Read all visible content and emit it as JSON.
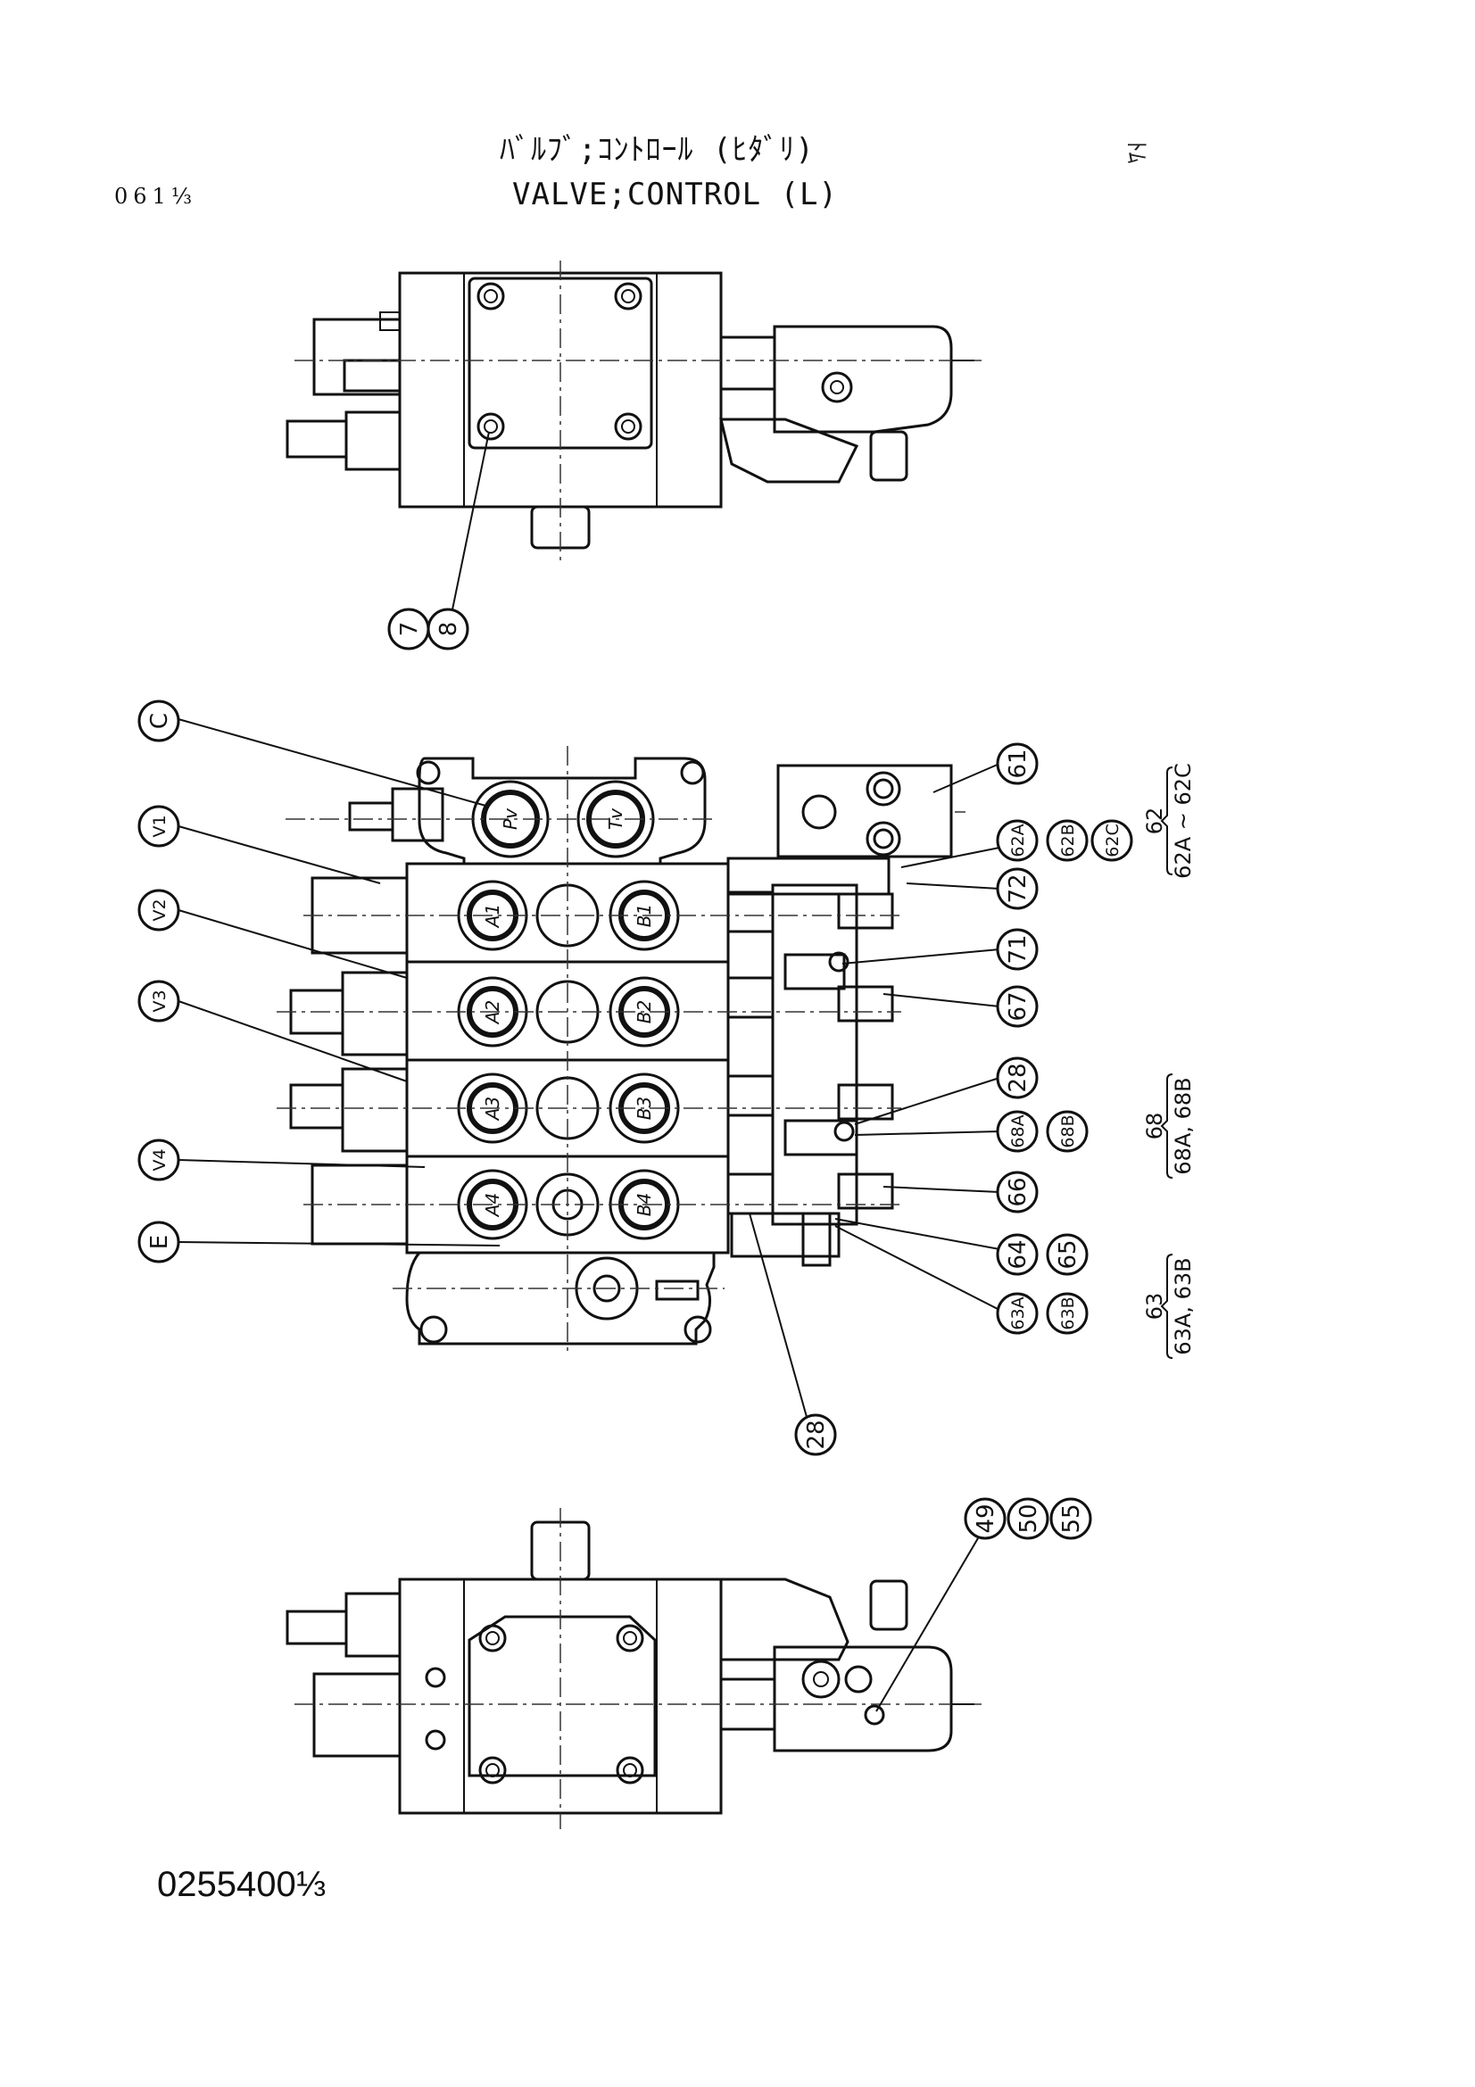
{
  "header": {
    "title_jp": "ﾊﾞﾙﾌﾞ;ｺﾝﾄﾛｰﾙ (ﾋﾀﾞﾘ)",
    "title_en": "VALVE;CONTROL (L)",
    "page_ref": "061⅓",
    "corner_mark": "ﾄﾑ"
  },
  "footer": {
    "drawing_number": "0255400⅓"
  },
  "top_view": {
    "callouts": [
      "7",
      "8"
    ]
  },
  "middle_view": {
    "left_callouts": [
      "C",
      "V1",
      "V2",
      "V3",
      "V4",
      "E"
    ],
    "port_labels": [
      "Pv",
      "Tv",
      "A1",
      "B1",
      "A2",
      "B2",
      "A3",
      "B3",
      "A4",
      "B4"
    ],
    "right_callouts": [
      "61",
      "62A",
      "62B",
      "62C",
      "72",
      "71",
      "67",
      "28",
      "68A",
      "68B",
      "66",
      "64",
      "65",
      "63A",
      "63B",
      "28"
    ],
    "group_labels": [
      {
        "number": "62",
        "members": "62A ~ 62C"
      },
      {
        "number": "68",
        "members": "68A, 68B"
      },
      {
        "number": "63",
        "members": "63A, 63B"
      }
    ]
  },
  "bottom_view": {
    "callouts": [
      "49",
      "50",
      "55"
    ]
  }
}
